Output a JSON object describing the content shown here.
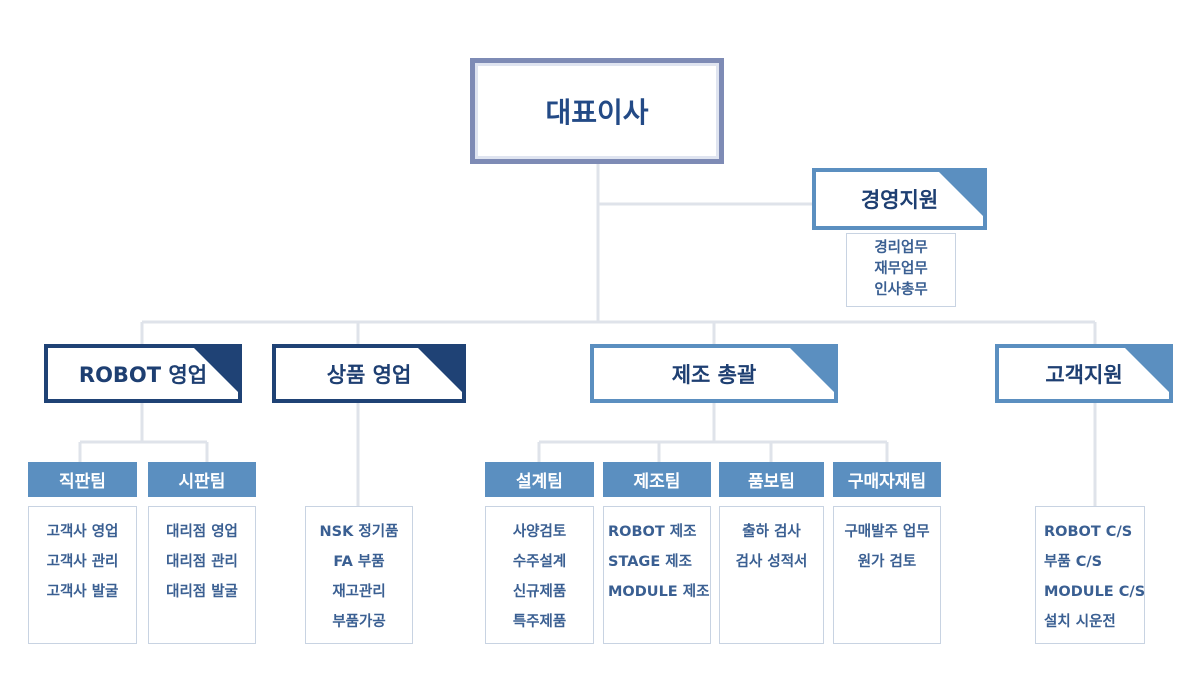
{
  "ceo": "대표이사",
  "management_support": {
    "label": "경영지원",
    "items": [
      "경리업무",
      "재무업무",
      "인사총무"
    ]
  },
  "departments": [
    {
      "label": "ROBOT 영업"
    },
    {
      "label": "상품 영업"
    },
    {
      "label": "제조 총괄"
    },
    {
      "label": "고객지원"
    }
  ],
  "teams": {
    "direct_sales": {
      "label": "직판팀",
      "items": [
        "고객사 영업",
        "고객사 관리",
        "고객사 발굴"
      ]
    },
    "market_sales": {
      "label": "시판팀",
      "items": [
        "대리점 영업",
        "대리점 관리",
        "대리점 발굴"
      ]
    },
    "product_sales": {
      "items": [
        "NSK 정기품",
        "FA 부품",
        "재고관리",
        "부품가공"
      ]
    },
    "design": {
      "label": "설계팀",
      "items": [
        "사양검토",
        "수주설계",
        "신규제품",
        "특주제품"
      ]
    },
    "manufacturing": {
      "label": "제조팀",
      "items": [
        "ROBOT 제조",
        "STAGE 제조",
        "MODULE 제조"
      ]
    },
    "quality": {
      "label": "품보팀",
      "items": [
        "출하 검사",
        "검사 성적서"
      ]
    },
    "purchasing": {
      "label": "구매자재팀",
      "items": [
        "구매발주 업무",
        "원가 검토"
      ]
    },
    "customer_support": {
      "items": [
        "ROBOT C/S",
        "부품 C/S",
        "MODULE C/S",
        "설치 시운전"
      ]
    }
  },
  "colors": {
    "line": "#dfe3ea",
    "dark_border": "#1f4275",
    "light_border": "#5b8fc0",
    "team_fill": "#5b8fc0",
    "text": "#1e3f72"
  }
}
